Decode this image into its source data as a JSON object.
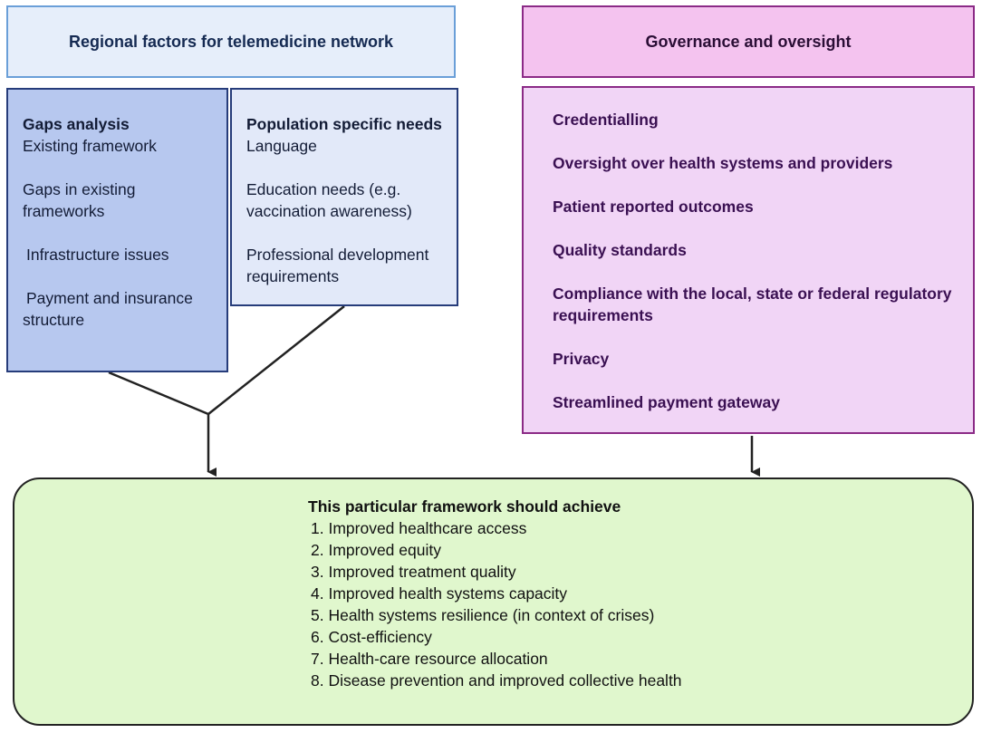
{
  "regional": {
    "title": "Regional factors for telemedicine network",
    "gaps": {
      "heading": "Gaps analysis",
      "items": [
        "Existing framework",
        "Gaps in existing",
        "frameworks",
        " Infrastructure issues",
        " Payment and insurance",
        "structure"
      ]
    },
    "needs": {
      "heading": "Population specific needs",
      "items": [
        "Language",
        "Education needs (e.g.",
        "vaccination awareness)",
        "Professional development",
        "requirements"
      ]
    }
  },
  "governance": {
    "title": "Governance and oversight",
    "items": [
      "Credentialling",
      "Oversight over health systems and providers",
      "Patient reported outcomes",
      "Quality standards",
      "Compliance with the local, state or federal regulatory requirements",
      "Privacy",
      "Streamlined payment gateway"
    ]
  },
  "outcome": {
    "heading": "This particular framework should achieve",
    "items": [
      "1. Improved healthcare access",
      "2. Improved equity",
      "3. Improved treatment quality",
      "4. Improved health systems capacity",
      "5. Health systems resilience (in context of crises)",
      "6. Cost-efficiency",
      "7. Health-care resource allocation",
      "8. Disease prevention and improved collective health"
    ]
  },
  "colors": {
    "regional_header_fill": "#e6eefa",
    "gaps_fill": "#b7c8ef",
    "needs_fill": "#e2e9f9",
    "governance_header_fill": "#f4c3ef",
    "governance_fill": "#f1d5f6",
    "outcome_fill": "#e0f7cd"
  }
}
